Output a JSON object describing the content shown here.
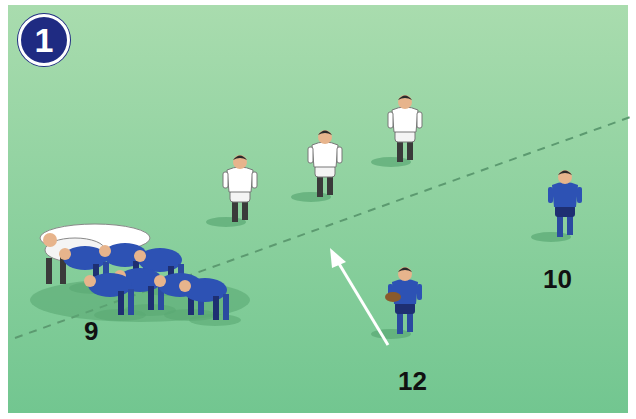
{
  "diagram": {
    "nodes": [
      {
        "text": [
          "1"
        ]
      }
    ],
    "labels": [
      "9",
      "10",
      "12"
    ]
  }
}
